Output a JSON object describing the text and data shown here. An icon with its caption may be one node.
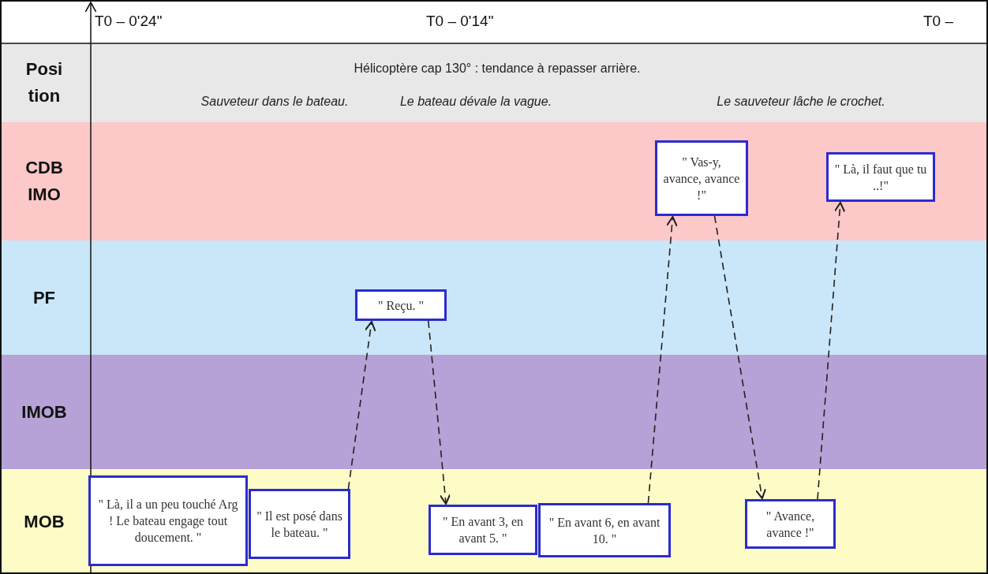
{
  "diagram": {
    "nodes": [
      {
        "text": [
          "\" Vas-y, avance, avance !\""
        ]
      },
      {
        "text": [
          "\" Là, il faut que tu ..!\""
        ]
      },
      {
        "text": [
          "\" Reçu. \""
        ]
      },
      {
        "text": [
          "\" Là, il a un peu touché Arg ! Le bateau engage tout doucement. \""
        ]
      },
      {
        "text": [
          "\" Il est posé dans le bateau. \""
        ]
      },
      {
        "text": [
          "\" En avant 3, en avant 5. \""
        ]
      },
      {
        "text": [
          "\" En avant 6, en avant 10. \""
        ]
      },
      {
        "text": [
          "\" Avance, avance !\""
        ]
      }
    ],
    "edges": [
      {
        "from": 4,
        "to": 2,
        "arrow": "to",
        "style": "dashed"
      },
      {
        "from": 2,
        "to": 5,
        "arrow": "to",
        "style": "dashed"
      },
      {
        "from": 6,
        "to": 0,
        "arrow": "to",
        "style": "dashed"
      },
      {
        "from": 0,
        "to": 7,
        "arrow": "to",
        "style": "dashed"
      },
      {
        "from": 7,
        "to": 1,
        "arrow": "to",
        "style": "dashed"
      }
    ],
    "labels": [
      "T0 – 0'24\"",
      "T0 – 0'14\"",
      "T0 –",
      "Posi tion",
      "Hélicoptère cap 130°  : tendance à repasser arrière.",
      "Sauveteur dans le bateau.",
      "Le bateau dévale la vague.",
      "Le sauveteur lâche le crochet.",
      "CDB IMO",
      "PF",
      "IMOB",
      "MOB"
    ]
  }
}
